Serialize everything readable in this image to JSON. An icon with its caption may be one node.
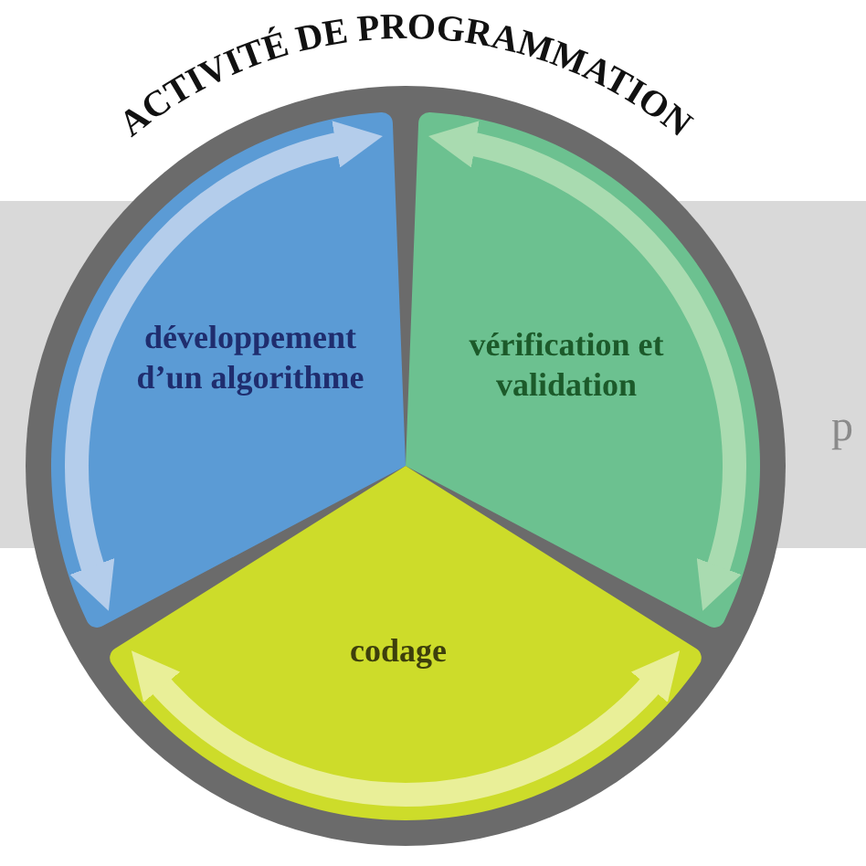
{
  "diagram": {
    "title": "ACTIVITÉ DE PROGRAMMATION",
    "nodes": [
      {
        "text": [
          "développement d’un algorithme"
        ]
      },
      {
        "text": [
          "vérification et validation"
        ]
      },
      {
        "text": [
          "codage"
        ]
      }
    ],
    "labels": [
      "p"
    ]
  }
}
